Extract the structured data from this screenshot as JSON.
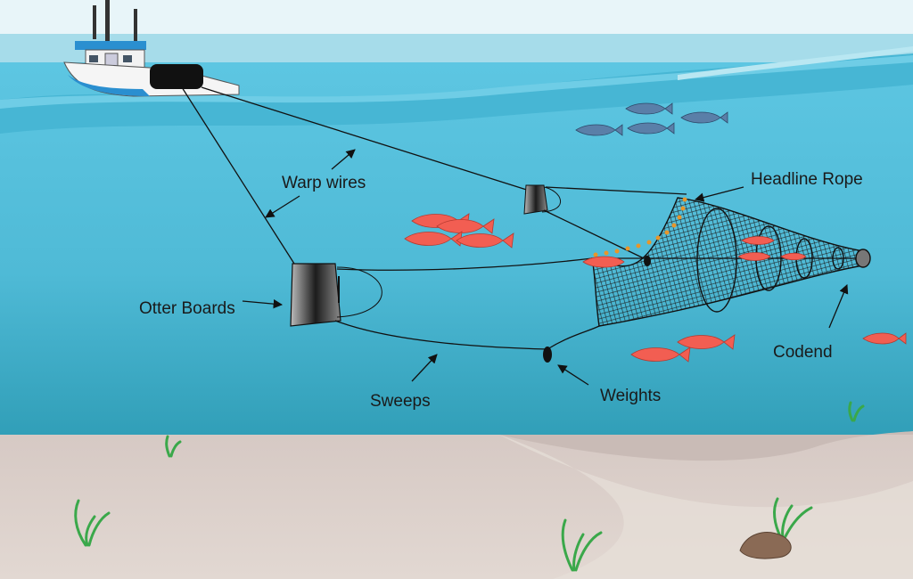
{
  "labels": {
    "warp_wires": "Warp wires",
    "headline_rope": "Headline Rope",
    "otter_boards": "Otter Boards",
    "sweeps": "Sweeps",
    "weights": "Weights",
    "codend": "Codend"
  },
  "colors": {
    "sky": "#a6dcea",
    "sea_surface": "#5cc4e0",
    "sea_deep": "#3aa9c2",
    "seabed": "#d8cfc9",
    "net_line": "#1a1a1a",
    "headline_floats": "#e8962a",
    "red_fish": "#f25e52",
    "blue_fish": "#5a7fa8",
    "seagrass": "#3aa84a",
    "boat_hull": "#2a8fd0"
  }
}
